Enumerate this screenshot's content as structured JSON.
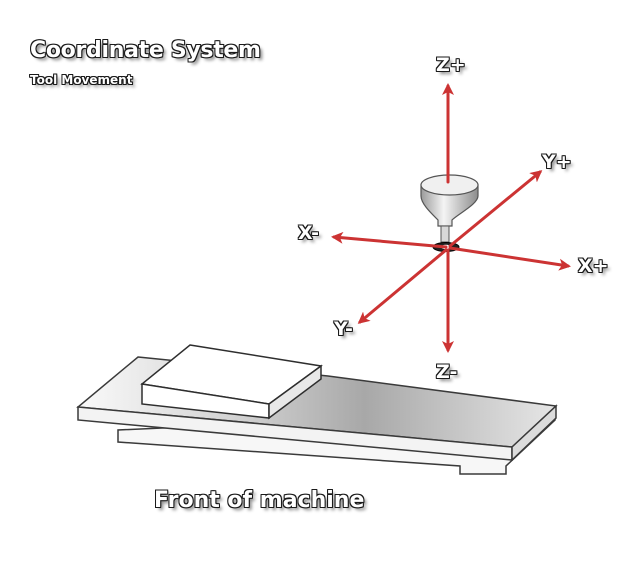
{
  "title": "Coordinate System",
  "subtitle": "Tool Movement",
  "front_label": "Front of machine",
  "axes": {
    "z_plus": "Z+",
    "z_minus": "Z-",
    "y_plus": "Y+",
    "y_minus": "Y-",
    "x_plus": "X+",
    "x_minus": "X-"
  },
  "colors": {
    "arrow": "#cc3333",
    "outline": "#1a1a1a"
  }
}
